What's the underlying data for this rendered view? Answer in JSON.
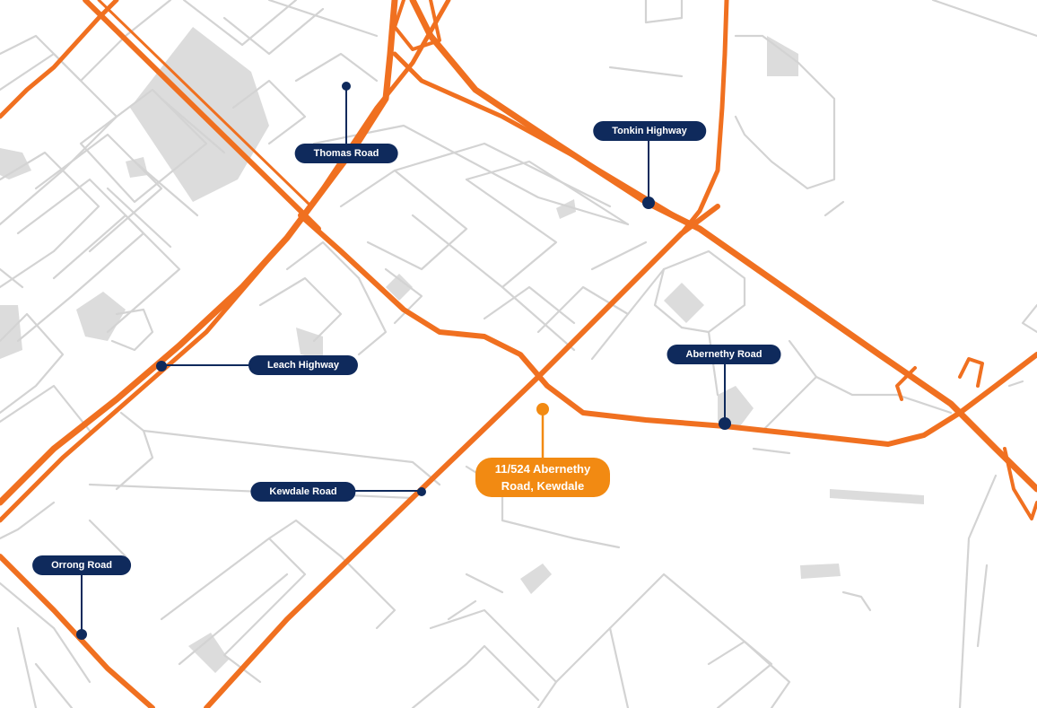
{
  "map": {
    "colors": {
      "background": "#ffffff",
      "minor_road": "#d3d3d3",
      "block_fill": "#dcdcdc",
      "major_road": "#f07020",
      "label_fill": "#0f2a5c",
      "location_fill": "#f28a12"
    },
    "labels": [
      {
        "id": "thomas-road",
        "text": "Thomas Road"
      },
      {
        "id": "tonkin-highway",
        "text": "Tonkin Highway"
      },
      {
        "id": "leach-highway",
        "text": "Leach Highway"
      },
      {
        "id": "abernethy-road",
        "text": "Abernethy Road"
      },
      {
        "id": "kewdale-road",
        "text": "Kewdale Road"
      },
      {
        "id": "orrong-road",
        "text": "Orrong Road"
      }
    ],
    "location": {
      "text": "11/524 Abernethy Road, Kewdale"
    }
  }
}
